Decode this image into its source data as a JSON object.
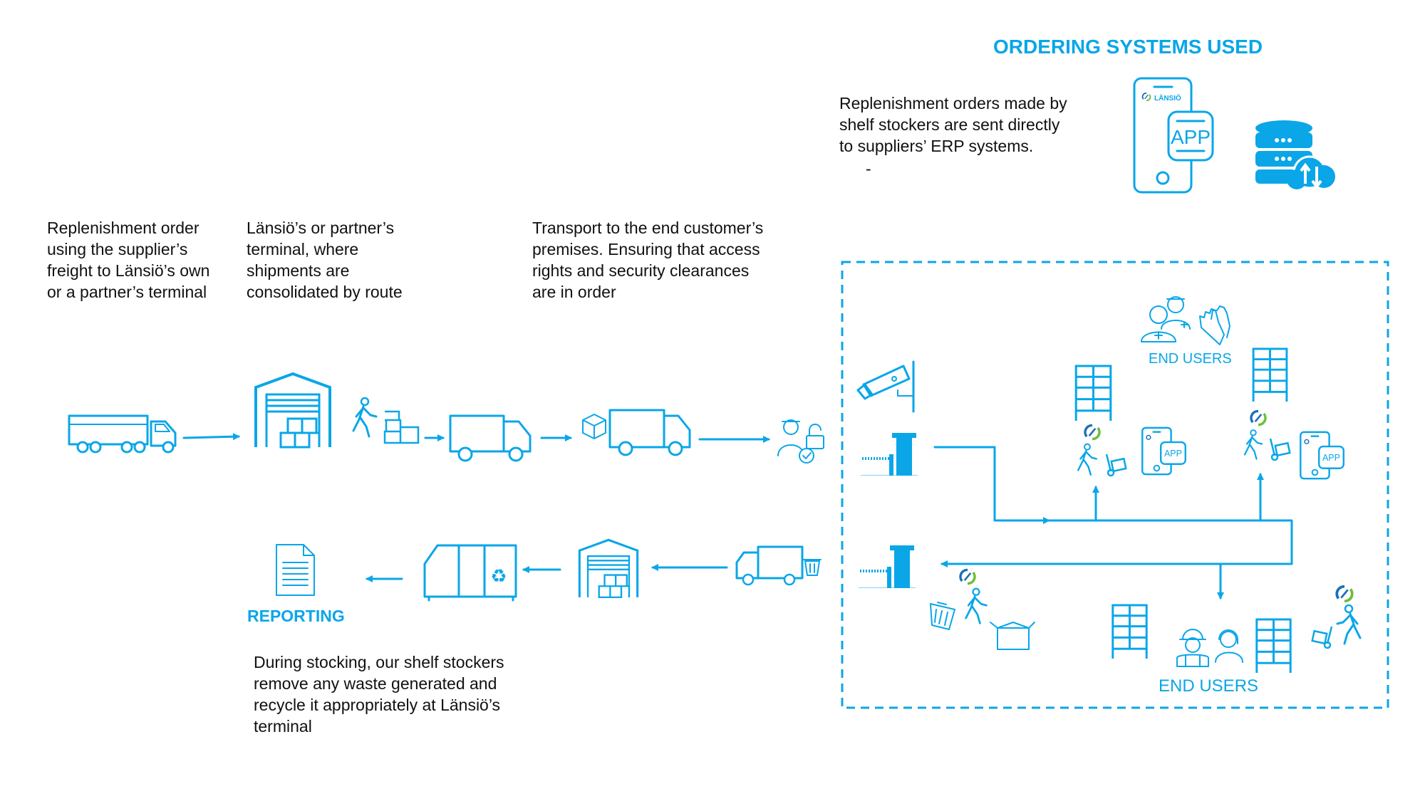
{
  "ordering": {
    "title": "ORDERING SYSTEMS USED",
    "description": "Replenishment orders made by\nshelf stockers are sent directly\nto suppliers’ ERP systems.",
    "dash": "-",
    "phone_brand": "LÄNSIÖ",
    "app_label": "APP"
  },
  "steps": [
    {
      "text": "Replenishment order\nusing the supplier’s\nfreight to Länsiö’s own\nor a partner’s terminal"
    },
    {
      "text": "Länsiö’s or partner’s\nterminal, where\nshipments are\nconsolidated by route"
    },
    {
      "text": "Transport to the end customer’s\npremises. Ensuring that access\nrights and security clearances\nare in order"
    }
  ],
  "reporting": {
    "label": "REPORTING",
    "text": "During stocking, our shelf stockers\nremove any waste generated and\nrecycle it appropriately at Länsiö’s\nterminal"
  },
  "end_users": {
    "top_label": "END USERS",
    "bottom_label": "END USERS"
  },
  "colors": {
    "accent": "#0aa6e8",
    "logo_green": "#6bbf3a",
    "logo_blue": "#1d6fb8"
  }
}
